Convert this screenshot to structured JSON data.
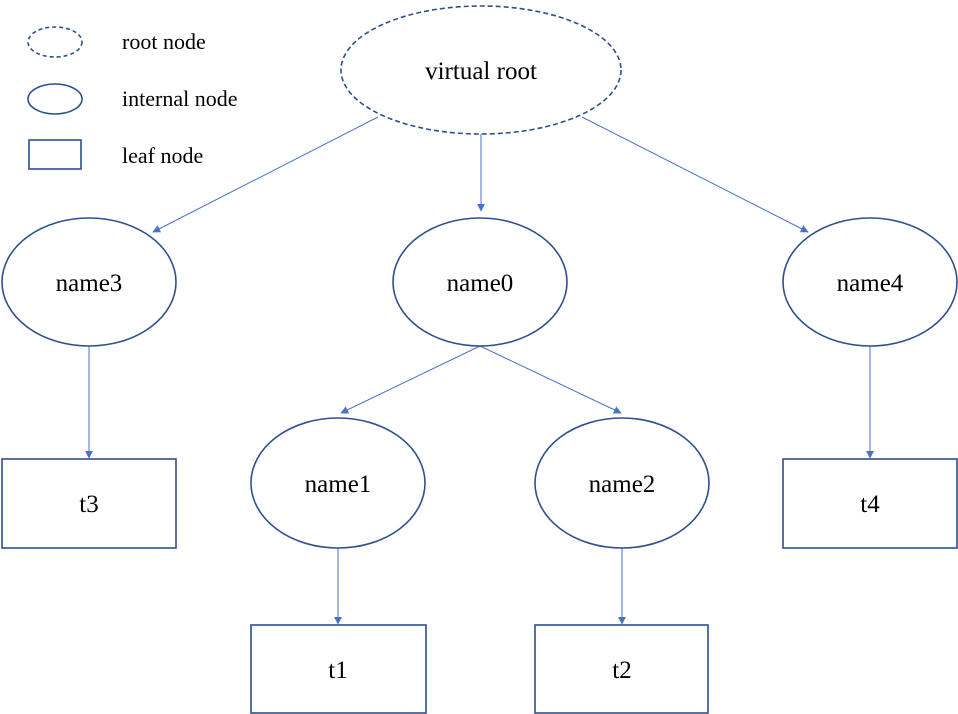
{
  "colors": {
    "stroke": "#2f4f8f",
    "edge": "#4a72c4",
    "text": "#000000"
  },
  "legend": [
    {
      "shape": "dashed-ellipse",
      "label": "root node"
    },
    {
      "shape": "ellipse",
      "label": "internal node"
    },
    {
      "shape": "rectangle",
      "label": "leaf node"
    }
  ],
  "nodes": {
    "root": {
      "label": "virtual root",
      "kind": "root"
    },
    "name0": {
      "label": "name0",
      "kind": "internal"
    },
    "name1": {
      "label": "name1",
      "kind": "internal"
    },
    "name2": {
      "label": "name2",
      "kind": "internal"
    },
    "name3": {
      "label": "name3",
      "kind": "internal"
    },
    "name4": {
      "label": "name4",
      "kind": "internal"
    },
    "t1": {
      "label": "t1",
      "kind": "leaf"
    },
    "t2": {
      "label": "t2",
      "kind": "leaf"
    },
    "t3": {
      "label": "t3",
      "kind": "leaf"
    },
    "t4": {
      "label": "t4",
      "kind": "leaf"
    }
  },
  "edges": [
    {
      "from": "root",
      "to": "name3"
    },
    {
      "from": "root",
      "to": "name0"
    },
    {
      "from": "root",
      "to": "name4"
    },
    {
      "from": "name3",
      "to": "t3"
    },
    {
      "from": "name0",
      "to": "name1"
    },
    {
      "from": "name0",
      "to": "name2"
    },
    {
      "from": "name4",
      "to": "t4"
    },
    {
      "from": "name1",
      "to": "t1"
    },
    {
      "from": "name2",
      "to": "t2"
    }
  ]
}
